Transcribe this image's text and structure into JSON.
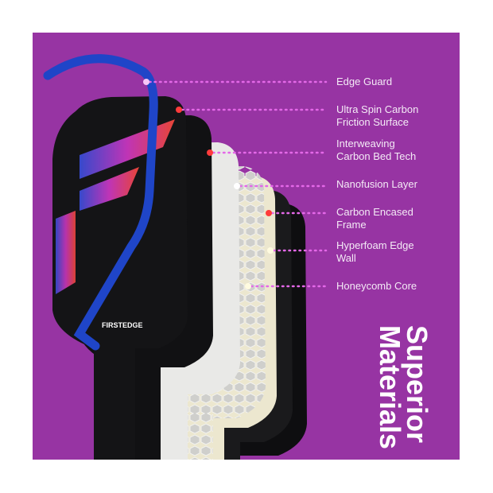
{
  "brand": "FIRSTEDGE",
  "headline": "Superior\nMaterials",
  "callouts": [
    {
      "label": "Edge Guard",
      "dot_color": "#f7c6f7"
    },
    {
      "label": "Ultra Spin Carbon\nFriction Surface",
      "dot_color": "#ff3b3b"
    },
    {
      "label": "Interweaving\nCarbon Bed Tech",
      "dot_color": "#ff3b3b"
    },
    {
      "label": "Nanofusion Layer",
      "dot_color": "#ffffff"
    },
    {
      "label": "Carbon Encased\nFrame",
      "dot_color": "#ff3b3b"
    },
    {
      "label": "Hyperfoam Edge\nWall",
      "dot_color": "#fffbe0"
    },
    {
      "label": "Honeycomb Core",
      "dot_color": "#fffbe0"
    }
  ],
  "colors": {
    "background": "#9734a3",
    "line": "#e468e8",
    "guard": "#1f45c8"
  }
}
